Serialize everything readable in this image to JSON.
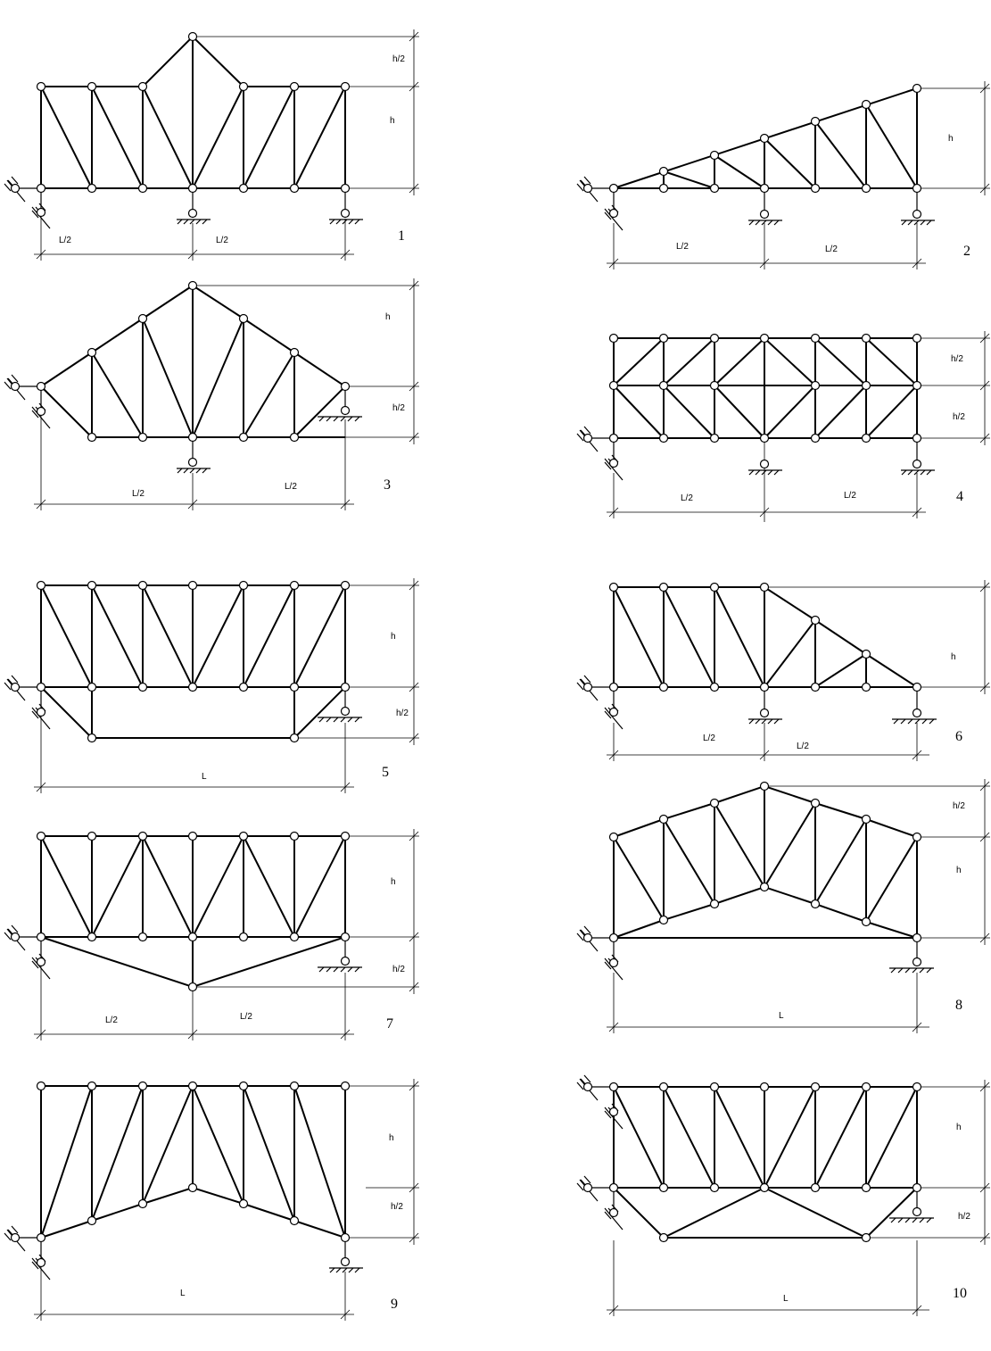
{
  "diagrams": [
    {
      "number": "1",
      "labels": {
        "top_dim": "h/2",
        "height_dim": "h",
        "left_span": "L/2",
        "right_span": "L/2"
      }
    },
    {
      "number": "2",
      "labels": {
        "height_dim": "h",
        "left_span": "L/2",
        "right_span": "L/2"
      }
    },
    {
      "number": "3",
      "labels": {
        "height_dim": "h",
        "lower_dim": "h/2",
        "left_span": "L/2",
        "right_span": "L/2"
      }
    },
    {
      "number": "4",
      "labels": {
        "top_dim": "h/2",
        "lower_dim": "h/2",
        "left_span": "L/2",
        "right_span": "L/2"
      }
    },
    {
      "number": "5",
      "labels": {
        "height_dim": "h",
        "lower_dim": "h/2",
        "span": "L"
      }
    },
    {
      "number": "6",
      "labels": {
        "height_dim": "h",
        "left_span": "L/2",
        "right_span": "L/2"
      }
    },
    {
      "number": "7",
      "labels": {
        "height_dim": "h",
        "lower_dim": "h/2",
        "left_span": "L/2",
        "right_span": "L/2"
      }
    },
    {
      "number": "8",
      "labels": {
        "top_dim": "h/2",
        "height_dim": "h",
        "span": "L"
      }
    },
    {
      "number": "9",
      "labels": {
        "height_dim": "h",
        "lower_dim": "h/2",
        "span": "L"
      }
    },
    {
      "number": "10",
      "labels": {
        "height_dim": "h",
        "lower_dim": "h/2",
        "span": "L"
      }
    }
  ],
  "style": {
    "line": "#000000",
    "node_fill": "#ffffff"
  }
}
